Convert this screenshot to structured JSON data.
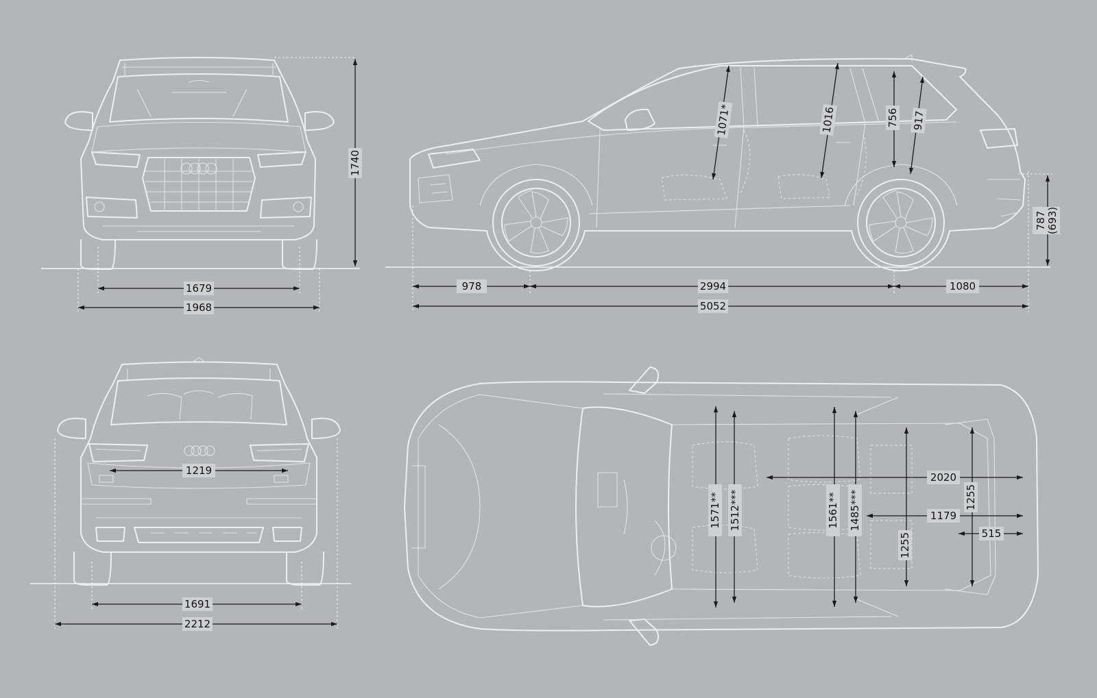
{
  "views": {
    "front": {
      "name": "front-view",
      "dimensions": [
        {
          "id": "front-height",
          "label": "1740"
        },
        {
          "id": "front-track",
          "label": "1679"
        },
        {
          "id": "front-width",
          "label": "1968"
        }
      ]
    },
    "side": {
      "name": "side-view",
      "dimensions": [
        {
          "id": "headroom-front",
          "label": "1071*"
        },
        {
          "id": "headroom-second",
          "label": "1016"
        },
        {
          "id": "headroom-third-a",
          "label": "756"
        },
        {
          "id": "headroom-third-b",
          "label": "917"
        },
        {
          "id": "loading-height",
          "label": "787"
        },
        {
          "id": "loading-height-alt",
          "label": "(693)"
        },
        {
          "id": "front-overhang",
          "label": "978"
        },
        {
          "id": "wheelbase",
          "label": "2994"
        },
        {
          "id": "rear-overhang",
          "label": "1080"
        },
        {
          "id": "overall-length",
          "label": "5052"
        }
      ]
    },
    "rear": {
      "name": "rear-view",
      "dimensions": [
        {
          "id": "tailgate-width",
          "label": "1219"
        },
        {
          "id": "rear-track",
          "label": "1691"
        },
        {
          "id": "width-mirrors",
          "label": "2212"
        }
      ]
    },
    "top": {
      "name": "top-view",
      "dimensions": [
        {
          "id": "shoulder-front",
          "label": "1571**"
        },
        {
          "id": "elbow-front",
          "label": "1512***"
        },
        {
          "id": "shoulder-second",
          "label": "1561**"
        },
        {
          "id": "elbow-second",
          "label": "1485***"
        },
        {
          "id": "cargo-length-max",
          "label": "2020"
        },
        {
          "id": "cargo-width-a",
          "label": "1255"
        },
        {
          "id": "cargo-length-mid",
          "label": "1179"
        },
        {
          "id": "cargo-width-b",
          "label": "1255"
        },
        {
          "id": "cargo-length-min",
          "label": "515"
        }
      ]
    }
  },
  "colors": {
    "background": "#b4b5b8",
    "lines": "#eceef0",
    "dimension": "#1b1b1b"
  }
}
